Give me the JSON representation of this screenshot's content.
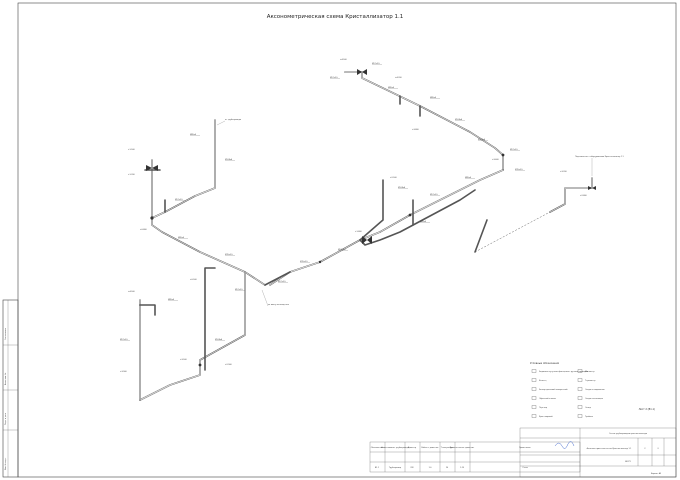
{
  "drawing": {
    "title": "Аксонометрическая схема Кристаллизатор 1.1",
    "sheet_label": "Лист 2 (В1.1)",
    "note_right": "Подключение к оборудованию Кристаллизатор 1.1",
    "note_left": "от трубопровода",
    "note_mid": "на ванну охлаждения"
  },
  "legend": {
    "title": "Условные обозначения",
    "items": [
      "Задвижка чугунная фланцевая с ручным приводом",
      "Фланец",
      "Затвор дисковый поворотный",
      "Обратный клапан",
      "Переход",
      "Кран шаровой",
      "Манометр",
      "Термометр",
      "Опора неподвижная",
      "Опора скользящая",
      "Отвод",
      "Тройник"
    ]
  },
  "spec_table": {
    "headers": [
      "Обозначение",
      "Наименование трубопровода",
      "Диаметр",
      "Рабочее давление",
      "Температура",
      "Испытательное давление",
      "Примечание"
    ],
    "row": [
      "В1.1",
      "Трубопровод",
      "DN",
      "1,0",
      "20",
      "1,25",
      "Сталь"
    ]
  },
  "title_block": {
    "company": "",
    "project": "Схема трубопроводов кристаллизатора",
    "drawing_name": "Аксонометрическая схема Кристаллизатор 1.1",
    "code": "ВК-ТХ",
    "sheet": "2",
    "sheets": "3",
    "format": "Формат А3"
  },
  "side_strip": {
    "labels": [
      "Инв. № подл.",
      "Подп. и дата",
      "Взам. инв. №",
      "Согласовано"
    ]
  },
  "pipe_labels": [
    "Ø57х3,5",
    "Ø57х3,5",
    "Ø89х4",
    "Ø89х4",
    "Ø108х4",
    "Ø108х4",
    "Ø57х3,5",
    "Ø76х3,5",
    "Ø89х4",
    "Ø57х3,5",
    "Ø108х4",
    "Ø89х4",
    "Ø57х3,5",
    "Ø76х3,5",
    "Ø57х3,5",
    "Ø89х4",
    "Ø108х4",
    "Ø57х3,5",
    "Ø89х4",
    "Ø76х3,5",
    "Ø57х3,5",
    "Ø89х4",
    "Ø57х3,5",
    "Ø108х4"
  ],
  "elevation_labels": [
    "+4,500",
    "+4,200",
    "+3,800",
    "+3,600",
    "+3,200",
    "+2,800",
    "+2,500",
    "+1,800",
    "+1,500",
    "+1,200",
    "+0,800",
    "+0,500",
    "+4,500",
    "+3,900",
    "+3,500",
    "+2,900"
  ]
}
